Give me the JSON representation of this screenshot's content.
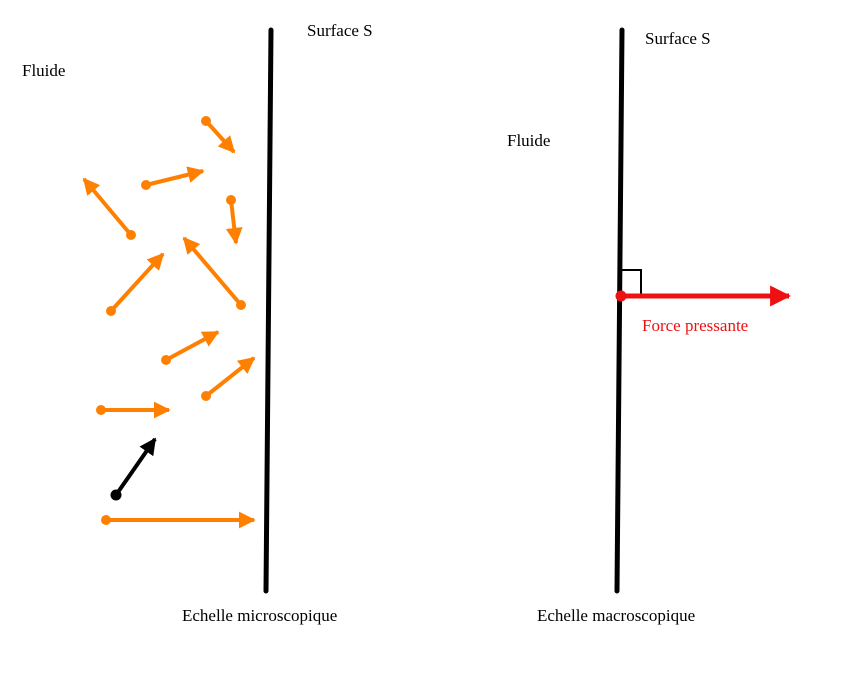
{
  "labels": {
    "surface_left": "Surface S",
    "fluide_left": "Fluide",
    "echelle_micro": "Echelle microscopique",
    "surface_right": "Surface S",
    "fluide_right": "Fluide",
    "force": "Force pressante",
    "echelle_macro": "Echelle macroscopique"
  },
  "colors": {
    "wall": "#000000",
    "particles": "#ff8000",
    "highlighted_particle": "#000000",
    "force": "#ee1111"
  }
}
